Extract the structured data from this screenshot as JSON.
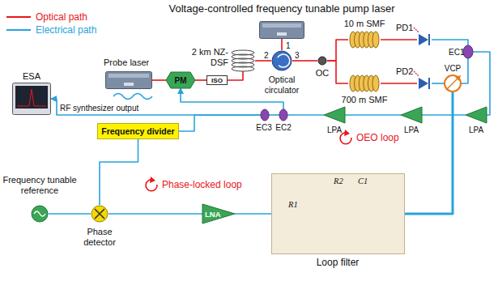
{
  "diagram": {
    "nodes": [
      {
        "text": [
          "Voltage-controlled frequency tunable pump laser"
        ]
      },
      {
        "text": [
          "Probe laser"
        ]
      },
      {
        "text": [
          "PM"
        ]
      },
      {
        "text": [
          "ISO"
        ]
      },
      {
        "text": [
          "2 km NZ-DSF"
        ]
      },
      {
        "text": [
          "Optical circulator"
        ]
      },
      {
        "text": [
          "OC"
        ]
      },
      {
        "text": [
          "10 m SMF"
        ]
      },
      {
        "text": [
          "700 m SMF"
        ]
      },
      {
        "text": [
          "PD1"
        ]
      },
      {
        "text": [
          "PD2"
        ]
      },
      {
        "text": [
          "EC1"
        ]
      },
      {
        "text": [
          "VCP"
        ]
      },
      {
        "text": [
          "LPA"
        ]
      },
      {
        "text": [
          "LPA"
        ]
      },
      {
        "text": [
          "LPA"
        ]
      },
      {
        "text": [
          "EC2"
        ]
      },
      {
        "text": [
          "EC3"
        ]
      },
      {
        "text": [
          "ESA"
        ]
      },
      {
        "text": [
          "Frequency divider"
        ]
      },
      {
        "text": [
          "Frequency tunable reference"
        ]
      },
      {
        "text": [
          "Phase detector"
        ]
      },
      {
        "text": [
          "LNA"
        ]
      },
      {
        "text": [
          "Loop filter"
        ]
      }
    ],
    "edges": [
      {
        "from": 0,
        "to": 5,
        "arrow": "none"
      },
      {
        "from": 1,
        "to": 2,
        "arrow": "none"
      },
      {
        "from": 2,
        "to": 3,
        "arrow": "none"
      },
      {
        "from": 3,
        "to": 4,
        "arrow": "none"
      },
      {
        "from": 4,
        "to": 5,
        "arrow": "none"
      },
      {
        "from": 5,
        "to": 6,
        "arrow": "none"
      },
      {
        "from": 6,
        "to": 7,
        "arrow": "none"
      },
      {
        "from": 6,
        "to": 8,
        "arrow": "none"
      },
      {
        "from": 7,
        "to": 9,
        "arrow": "none"
      },
      {
        "from": 8,
        "to": 10,
        "arrow": "none"
      },
      {
        "from": 9,
        "to": 11,
        "arrow": "none"
      },
      {
        "from": 10,
        "to": 12,
        "arrow": "none"
      },
      {
        "from": 12,
        "to": 11,
        "arrow": "none"
      },
      {
        "from": 11,
        "to": 13,
        "arrow": "none"
      },
      {
        "from": 13,
        "to": 14,
        "arrow": "none"
      },
      {
        "from": 14,
        "to": 15,
        "arrow": "none"
      },
      {
        "from": 15,
        "to": 16,
        "arrow": "none"
      },
      {
        "from": 16,
        "to": 2,
        "arrow": "to"
      },
      {
        "from": 16,
        "to": 17,
        "arrow": "none"
      },
      {
        "from": 17,
        "to": 18,
        "arrow": "to"
      },
      {
        "from": 17,
        "to": 19,
        "arrow": "none"
      },
      {
        "from": 19,
        "to": 21,
        "arrow": "none"
      },
      {
        "from": 20,
        "to": 21,
        "arrow": "none"
      },
      {
        "from": 21,
        "to": 22,
        "arrow": "none"
      },
      {
        "from": 22,
        "to": 23,
        "arrow": "none"
      },
      {
        "from": 23,
        "to": 12,
        "arrow": "none"
      }
    ],
    "labels": [
      "1",
      "2",
      "3",
      "RF synthesizer output",
      "OEO loop",
      "Phase-locked loop",
      "R1",
      "R2",
      "C1"
    ],
    "legend": [
      {
        "text": "Optical path",
        "color": "#e8151b"
      },
      {
        "text": "Electrical path",
        "color": "#29a3dc"
      }
    ]
  }
}
